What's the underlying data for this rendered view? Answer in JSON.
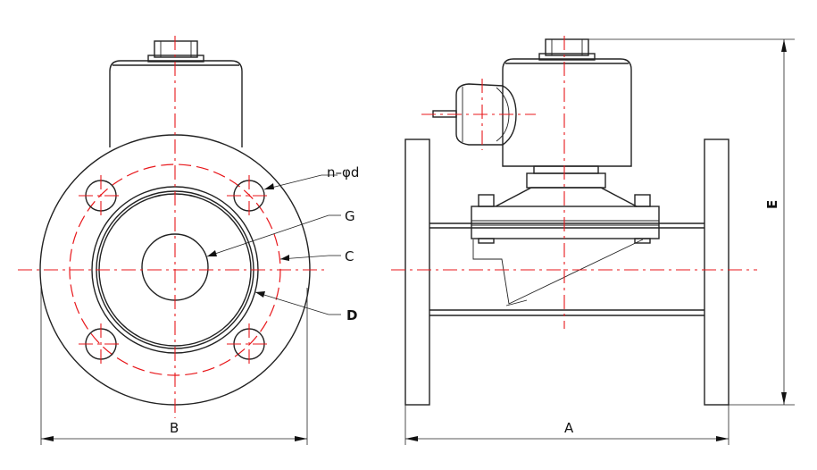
{
  "labels": {
    "bolt_holes": "n–φd",
    "g": "G",
    "c": "C",
    "d": "D",
    "b": "B",
    "a": "A",
    "e": "E"
  },
  "colors": {
    "outline": "#222222",
    "center_line": "#e8171b",
    "background": "#ffffff"
  }
}
